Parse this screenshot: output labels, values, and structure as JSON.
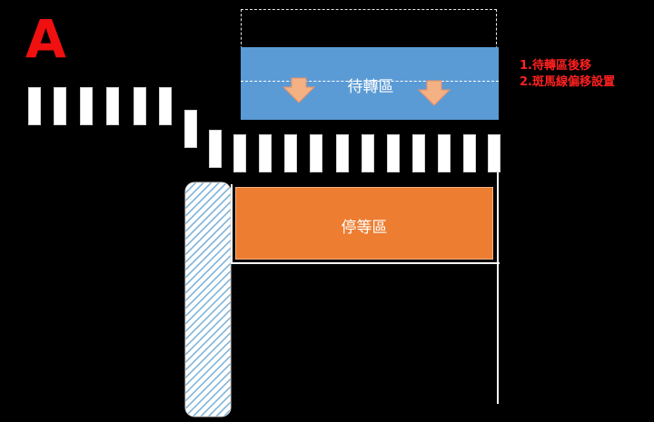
{
  "panel_label": "A",
  "waiting_zone": {
    "label": "待轉區",
    "color": "#5b9bd5"
  },
  "stop_zone": {
    "label": "停等區",
    "color": "#ed7d31"
  },
  "notes": [
    "1.待轉區後移",
    "2.斑馬線偏移設置"
  ],
  "colors": {
    "background": "#000000",
    "accent_red": "#ff2020",
    "arrow_fill": "#f4b183",
    "island_hatch": "#7ab0d8"
  },
  "icons": {
    "arrow": "down-arrow-icon",
    "island": "hatched-island"
  }
}
